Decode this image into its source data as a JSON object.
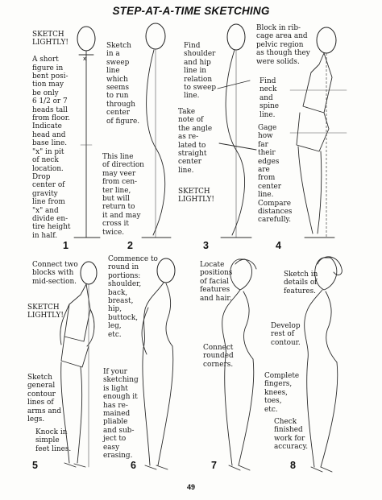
{
  "title": "STEP-AT-A-TIME SKETCHING",
  "page_number": "49",
  "steps": [
    {
      "number": "1",
      "text": "SKETCH\nLIGHTLY!\n\nA short\nfigure in\nbent posi-\ntion may\nbe only\n6 1/2 or 7\nheads tall\nfrom floor.\nIndicate\nhead and\nbase line.\n\"x\" in pit\nof neck\nlocation.\nDrop\ncenter of\ngravity\nline from\n\"x\" and\ndivide en-\ntire height\nin half."
    },
    {
      "number": "2",
      "text": "Sketch\nin a\nsweep\nline\nwhich\nseems\nto run\nthrough\ncenter\nof figure.",
      "text2": "This line\nof direction\nmay veer\nfrom cen-\nter line,\nbut will\nreturn to\nit and may\ncross it\ntwice."
    },
    {
      "number": "3",
      "text": "Find\nshoulder\nand hip\nline in\nrelation\nto sweep\nline.",
      "text2": "Take\nnote of\nthe angle\nas re-\nlated to\nstraight\ncenter\nline.",
      "text3": "SKETCH\nLIGHTLY!"
    },
    {
      "number": "4",
      "text": "Block in rib-\ncage area and\npelvic region\nas though they\nwere solids.",
      "text2": "Find\nneck\nand\nspine\nline.",
      "text3": "Gage\nhow\nfar\ntheir\nedges\nare\nfrom\ncenter\nline.\nCompare\ndistances\ncarefully."
    },
    {
      "number": "5",
      "text": "Connect two\nblocks with\nmid-section.",
      "text2": "SKETCH\nLIGHTLY!",
      "text3": "Sketch\ngeneral\ncontour\nlines of\narms and\nlegs.",
      "text4": "Knock in\nsimple\nfeet lines."
    },
    {
      "number": "6",
      "text": "Commence to\nround in\nportions:\nshoulder,\nback,\nbreast,\nhip,\nbuttock,\nleg,\netc.",
      "text2": "If your\nsketching\nis light\nenough it\nhas re-\nmained\npliable\nand sub-\nject to\neasy\nerasing."
    },
    {
      "number": "7",
      "text": "Locate\npositions\nof facial\nfeatures\nand hair.",
      "text2": "Connect\nrounded\ncorners."
    },
    {
      "number": "8",
      "text": "Sketch in\ndetails of\nfeatures.",
      "text2": "Develop\nrest of\ncontour.",
      "text3": "Complete\nfingers,\nknees,\ntoes,\netc.",
      "text4": "Check\nfinished\nwork for\naccuracy."
    }
  ]
}
